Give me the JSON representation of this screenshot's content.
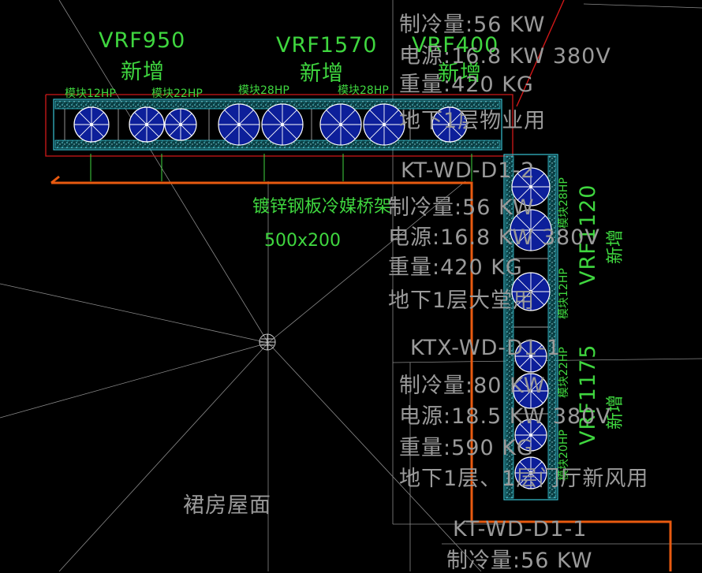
{
  "colors": {
    "background": "#000000",
    "label_green": "#3fd63f",
    "note_gray": "#9a9a9a",
    "pipe_orange": "#e85a10",
    "outline_red": "#d01818",
    "fan_blue": "#0d1f9a",
    "frame_cyan": "#37c4d4"
  },
  "top_row": {
    "groups": [
      {
        "model": "VRF950",
        "status": "新增"
      },
      {
        "model": "VRF1570",
        "status": "新增"
      },
      {
        "model": "VRF400",
        "status": "新增"
      }
    ],
    "modules": [
      "模块12HP",
      "模块22HP",
      "模块28HP",
      "模块28HP"
    ]
  },
  "tray": {
    "name": "镀锌钢板冷媒桥架",
    "size": "500x200"
  },
  "right_column": {
    "groups": [
      {
        "model": "VRF1120",
        "status": "新增"
      },
      {
        "model": "VRF1175",
        "status": "新增"
      }
    ],
    "modules": [
      "模块28HP",
      "模块12HP",
      "模块22HP",
      "模块20HP"
    ]
  },
  "roof_label": "裙房屋面",
  "notes": {
    "top": {
      "lines": [
        "制冷量:56 KW",
        "电源:16.8 KW 380V",
        "重量:420 KG",
        "地下1层物业用"
      ]
    },
    "kt1": {
      "code": "KT-WD-D1-2",
      "lines": [
        "制冷量:56 KW",
        "电源:16.8 KW 380V",
        "重量:420 KG",
        "地下1层大堂用"
      ]
    },
    "ktx": {
      "code": "KTX-WD-D1-1",
      "lines": [
        "制冷量:80 KW",
        "电源:18.5 KW 380V",
        "重量:590 KG",
        "地下1层、1层门厅新风用"
      ]
    },
    "kt3": {
      "code": "KT-WD-D1-1",
      "lines": [
        "制冷量:56 KW"
      ]
    }
  }
}
